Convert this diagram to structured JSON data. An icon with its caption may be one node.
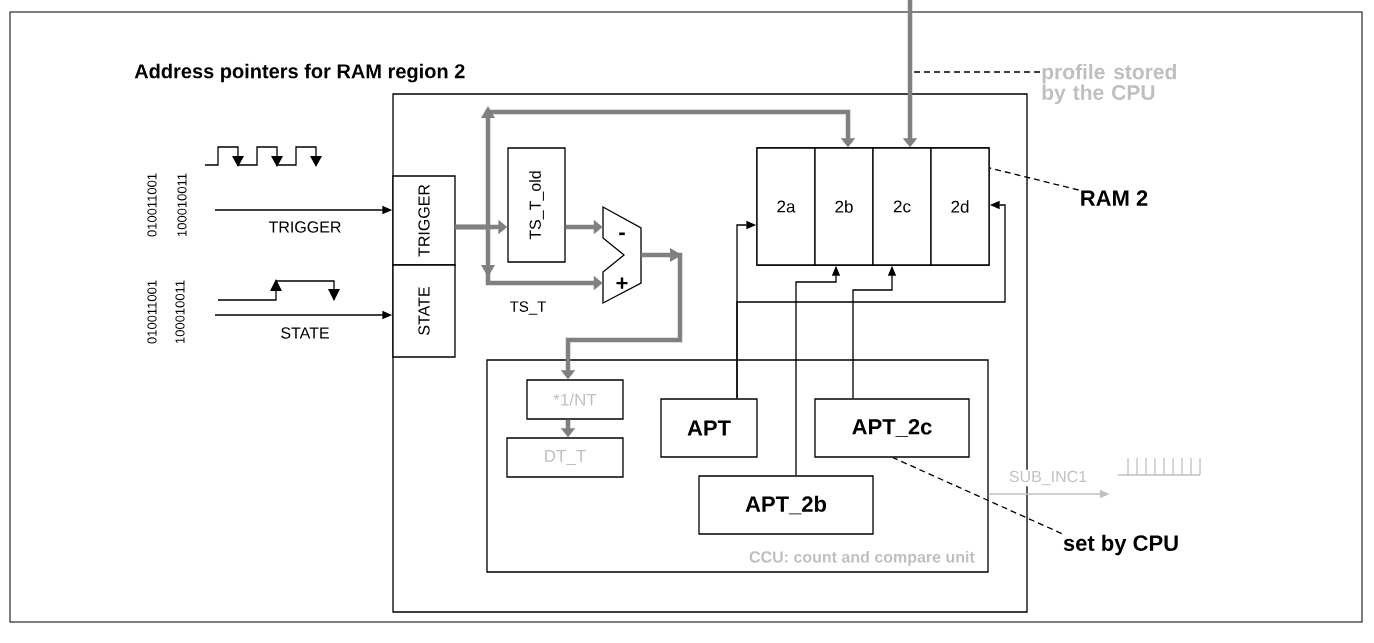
{
  "diagram": {
    "title": "Address pointers for RAM region 2",
    "nodes": [
      {
        "text": [],
        "shape": "box"
      },
      {
        "text": [
          "TRIGGER"
        ],
        "in": 0
      },
      {
        "text": [
          "STATE"
        ],
        "in": 0
      },
      {
        "text": [
          "TS_T_old"
        ],
        "in": 0
      },
      {
        "text": [
          "-",
          "+"
        ],
        "in": 0
      },
      {
        "text": [],
        "shape": "box",
        "in": 0
      },
      {
        "text": [
          "2a"
        ],
        "in": 5
      },
      {
        "text": [
          "2b"
        ],
        "in": 5
      },
      {
        "text": [
          "2c"
        ],
        "in": 5
      },
      {
        "text": [
          "2d"
        ],
        "in": 5
      },
      {
        "text": [
          "CCU: count and compare unit"
        ],
        "in": 0
      },
      {
        "text": [
          "*1/NT"
        ],
        "in": 10
      },
      {
        "text": [
          "DT_T"
        ],
        "in": 10
      },
      {
        "text": [
          "APT"
        ],
        "in": 10
      },
      {
        "text": [
          "APT_2c"
        ],
        "in": 10
      },
      {
        "text": [
          "APT_2b"
        ],
        "in": 10
      },
      {
        "text": [
          "RAM 2"
        ]
      },
      {
        "text": [
          "set by CPU"
        ]
      },
      {
        "text": [
          "profile stored by the CPU"
        ]
      }
    ],
    "edges": [
      {
        "from": null,
        "to": 1,
        "arrow": "to",
        "label": "TRIGGER"
      },
      {
        "from": null,
        "to": 2,
        "arrow": "to",
        "label": "STATE"
      },
      {
        "from": 1,
        "to": 3,
        "arrow": "to",
        "style": "thick",
        "color": "#808080"
      },
      {
        "from": 1,
        "to": 7,
        "arrow": "to",
        "style": "thick",
        "color": "#808080"
      },
      {
        "from": 1,
        "to": 4,
        "arrow": "to",
        "style": "thick",
        "color": "#808080"
      },
      {
        "from": 3,
        "to": 4,
        "arrow": "to",
        "style": "thick",
        "color": "#808080"
      },
      {
        "from": 4,
        "to": 11,
        "arrow": "to",
        "style": "thick",
        "color": "#808080"
      },
      {
        "from": 11,
        "to": 12,
        "arrow": "to",
        "style": "thick",
        "color": "#808080"
      },
      {
        "from": null,
        "to": 8,
        "arrow": "to",
        "style": "thick",
        "color": "#808080"
      },
      {
        "from": 13,
        "to": 6,
        "arrow": "to"
      },
      {
        "from": 15,
        "to": 7,
        "arrow": "to"
      },
      {
        "from": 14,
        "to": 8,
        "arrow": "to"
      },
      {
        "from": 13,
        "to": 9,
        "arrow": "to"
      },
      {
        "from": 16,
        "to": 5,
        "arrow": "none",
        "style": "dashed"
      },
      {
        "from": 17,
        "to": 14,
        "arrow": "none",
        "style": "dashed"
      },
      {
        "from": 18,
        "to": null,
        "arrow": "none",
        "style": "dashed"
      },
      {
        "from": 10,
        "to": null,
        "arrow": "to",
        "label": "SUB_INC1",
        "color": "#c0c0c0"
      }
    ],
    "labels": [
      "010011001",
      "100010011",
      "010011001",
      "100010011",
      "TS_T"
    ]
  }
}
